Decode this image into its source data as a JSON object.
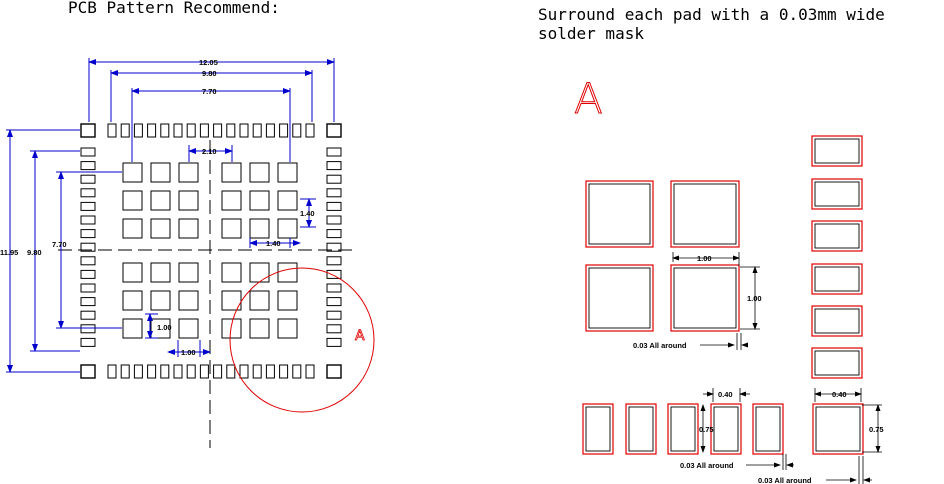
{
  "left_title": "PCB Pattern Recommend:",
  "right_title_line1": "Surround each pad with a 0.03mm wide",
  "right_title_line2": "solder mask",
  "detail_label_big": "A",
  "detail_label_small": "A",
  "dims_left": {
    "w_outer": "12.05",
    "w_mid": "9.80",
    "w_inner": "7.70",
    "pitch_top": "2.10",
    "pitch_right": "1.40",
    "pitch_bottom": "1.40",
    "h_outer": "11.95",
    "h_mid": "9.80",
    "h_inner": "7.70",
    "pad_h": "1.00",
    "pad_w": "1.00"
  },
  "dims_right": {
    "big_w": "1.00",
    "big_h": "1.00",
    "mask_big": "0.03 All around",
    "small_w": "0.40",
    "small_h": "0.75",
    "mask_small": "0.03 All around",
    "side_w": "0.40",
    "side_h": "0.75",
    "mask_side": "0.03 All around"
  },
  "colors": {
    "dimension": "#0000cc",
    "mask": "#e00000",
    "outline": "#000000"
  }
}
